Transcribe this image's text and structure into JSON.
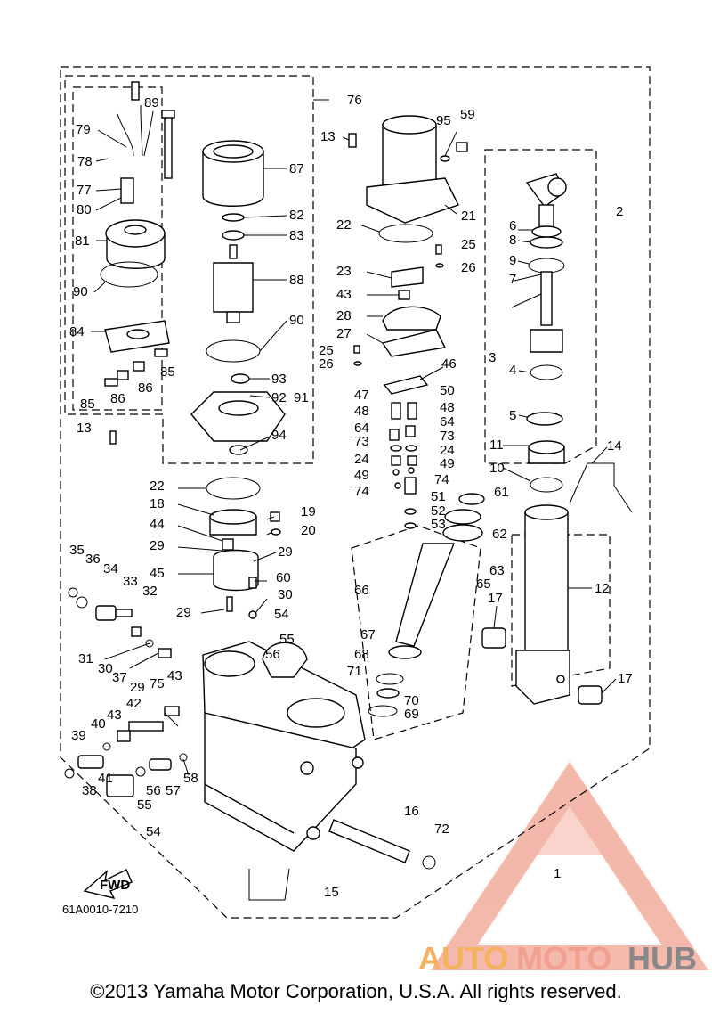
{
  "diagram": {
    "catalog_code": "61A0010-7210",
    "copyright": "©2013 Yamaha Motor Corporation, U.S.A. All rights reserved.",
    "watermark": {
      "auto": "AUTO",
      "moto": "MOTO",
      "hub": "HUB",
      "color_red": "#f0a090",
      "color_gray": "#888888",
      "color_orange": "#f5b060"
    },
    "fwd_label": "FWD",
    "labels": [
      {
        "id": "89",
        "text": "89"
      },
      {
        "id": "79",
        "text": "79"
      },
      {
        "id": "78",
        "text": "78"
      },
      {
        "id": "77",
        "text": "77"
      },
      {
        "id": "80",
        "text": "80"
      },
      {
        "id": "81",
        "text": "81"
      },
      {
        "id": "90a",
        "text": "90"
      },
      {
        "id": "84",
        "text": "84"
      },
      {
        "id": "85a",
        "text": "85"
      },
      {
        "id": "86a",
        "text": "86"
      },
      {
        "id": "86b",
        "text": "86"
      },
      {
        "id": "85b",
        "text": "85"
      },
      {
        "id": "13a",
        "text": "13"
      },
      {
        "id": "87",
        "text": "87"
      },
      {
        "id": "82",
        "text": "82"
      },
      {
        "id": "83",
        "text": "83"
      },
      {
        "id": "88",
        "text": "88"
      },
      {
        "id": "90b",
        "text": "90"
      },
      {
        "id": "93",
        "text": "93"
      },
      {
        "id": "92",
        "text": "92"
      },
      {
        "id": "91",
        "text": "91"
      },
      {
        "id": "94",
        "text": "94"
      },
      {
        "id": "76",
        "text": "76"
      },
      {
        "id": "13b",
        "text": "13"
      },
      {
        "id": "95",
        "text": "95"
      },
      {
        "id": "59",
        "text": "59"
      },
      {
        "id": "21",
        "text": "21"
      },
      {
        "id": "22a",
        "text": "22"
      },
      {
        "id": "25a",
        "text": "25"
      },
      {
        "id": "26a",
        "text": "26"
      },
      {
        "id": "23",
        "text": "23"
      },
      {
        "id": "43a",
        "text": "43"
      },
      {
        "id": "28",
        "text": "28"
      },
      {
        "id": "27",
        "text": "27"
      },
      {
        "id": "25b",
        "text": "25"
      },
      {
        "id": "26b",
        "text": "26"
      },
      {
        "id": "46",
        "text": "46"
      },
      {
        "id": "47",
        "text": "47"
      },
      {
        "id": "50",
        "text": "50"
      },
      {
        "id": "48a",
        "text": "48"
      },
      {
        "id": "48b",
        "text": "48"
      },
      {
        "id": "64a",
        "text": "64"
      },
      {
        "id": "64b",
        "text": "64"
      },
      {
        "id": "73a",
        "text": "73"
      },
      {
        "id": "73b",
        "text": "73"
      },
      {
        "id": "24a",
        "text": "24"
      },
      {
        "id": "24b",
        "text": "24"
      },
      {
        "id": "49a",
        "text": "49"
      },
      {
        "id": "49b",
        "text": "49"
      },
      {
        "id": "74a",
        "text": "74"
      },
      {
        "id": "74b",
        "text": "74"
      },
      {
        "id": "51",
        "text": "51"
      },
      {
        "id": "52",
        "text": "52"
      },
      {
        "id": "53",
        "text": "53"
      },
      {
        "id": "2",
        "text": "2"
      },
      {
        "id": "6",
        "text": "6"
      },
      {
        "id": "8",
        "text": "8"
      },
      {
        "id": "9",
        "text": "9"
      },
      {
        "id": "7",
        "text": "7"
      },
      {
        "id": "3",
        "text": "3"
      },
      {
        "id": "4",
        "text": "4"
      },
      {
        "id": "5",
        "text": "5"
      },
      {
        "id": "11",
        "text": "11"
      },
      {
        "id": "10",
        "text": "10"
      },
      {
        "id": "14",
        "text": "14"
      },
      {
        "id": "61",
        "text": "61"
      },
      {
        "id": "62",
        "text": "62"
      },
      {
        "id": "63",
        "text": "63"
      },
      {
        "id": "65",
        "text": "65"
      },
      {
        "id": "12",
        "text": "12"
      },
      {
        "id": "17a",
        "text": "17"
      },
      {
        "id": "17b",
        "text": "17"
      },
      {
        "id": "22b",
        "text": "22"
      },
      {
        "id": "18",
        "text": "18"
      },
      {
        "id": "44",
        "text": "44"
      },
      {
        "id": "19",
        "text": "19"
      },
      {
        "id": "20",
        "text": "20"
      },
      {
        "id": "29a",
        "text": "29"
      },
      {
        "id": "29b",
        "text": "29"
      },
      {
        "id": "45",
        "text": "45"
      },
      {
        "id": "60",
        "text": "60"
      },
      {
        "id": "29c",
        "text": "29"
      },
      {
        "id": "30a",
        "text": "30"
      },
      {
        "id": "35",
        "text": "35"
      },
      {
        "id": "36",
        "text": "36"
      },
      {
        "id": "34",
        "text": "34"
      },
      {
        "id": "33",
        "text": "33"
      },
      {
        "id": "32",
        "text": "32"
      },
      {
        "id": "54a",
        "text": "54"
      },
      {
        "id": "55a",
        "text": "55"
      },
      {
        "id": "56a",
        "text": "56"
      },
      {
        "id": "66",
        "text": "66"
      },
      {
        "id": "31",
        "text": "31"
      },
      {
        "id": "30b",
        "text": "30"
      },
      {
        "id": "37",
        "text": "37"
      },
      {
        "id": "29d",
        "text": "29"
      },
      {
        "id": "75",
        "text": "75"
      },
      {
        "id": "43b",
        "text": "43"
      },
      {
        "id": "67",
        "text": "67"
      },
      {
        "id": "68",
        "text": "68"
      },
      {
        "id": "71",
        "text": "71"
      },
      {
        "id": "70",
        "text": "70"
      },
      {
        "id": "69",
        "text": "69"
      },
      {
        "id": "40",
        "text": "40"
      },
      {
        "id": "43c",
        "text": "43"
      },
      {
        "id": "42",
        "text": "42"
      },
      {
        "id": "39",
        "text": "39"
      },
      {
        "id": "58",
        "text": "58"
      },
      {
        "id": "38",
        "text": "38"
      },
      {
        "id": "41",
        "text": "41"
      },
      {
        "id": "56b",
        "text": "56"
      },
      {
        "id": "57",
        "text": "57"
      },
      {
        "id": "55b",
        "text": "55"
      },
      {
        "id": "54b",
        "text": "54"
      },
      {
        "id": "16",
        "text": "16"
      },
      {
        "id": "72",
        "text": "72"
      },
      {
        "id": "1",
        "text": "1"
      },
      {
        "id": "15",
        "text": "15"
      }
    ]
  }
}
